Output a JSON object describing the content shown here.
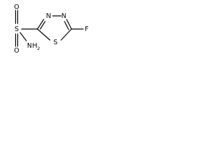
{
  "molecule": {
    "atoms": {
      "sulfonyl_o_top": "O",
      "sulfonyl_s": "S",
      "sulfonyl_o_bottom": "O",
      "amine_n": "N",
      "amine_h": "H",
      "amine_h_count": "2",
      "ring_n1": "N",
      "ring_n2": "N",
      "ring_s": "S",
      "fluorine": "F"
    }
  }
}
